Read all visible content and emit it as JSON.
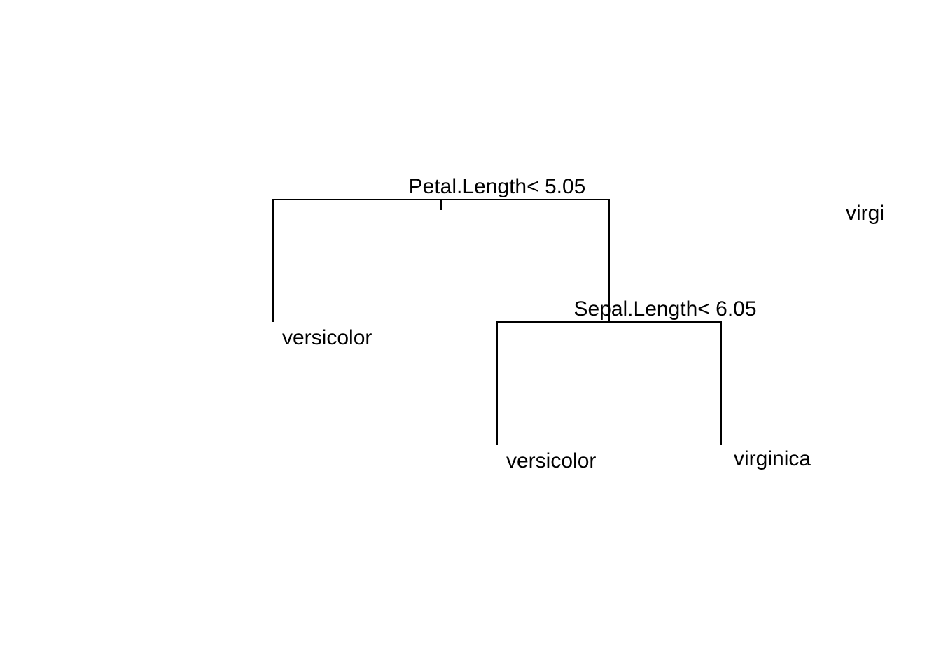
{
  "tree": {
    "root_split": "Petal.Length< 5.05",
    "inner_split": "Sepal.Length< 6.05",
    "leaves": {
      "left": "versicolor",
      "inner_left": "versicolor",
      "inner_right": "virginica",
      "clipped_right": "virgi"
    }
  },
  "colors": {
    "line": "#000000",
    "text": "#000000",
    "background": "#ffffff"
  }
}
